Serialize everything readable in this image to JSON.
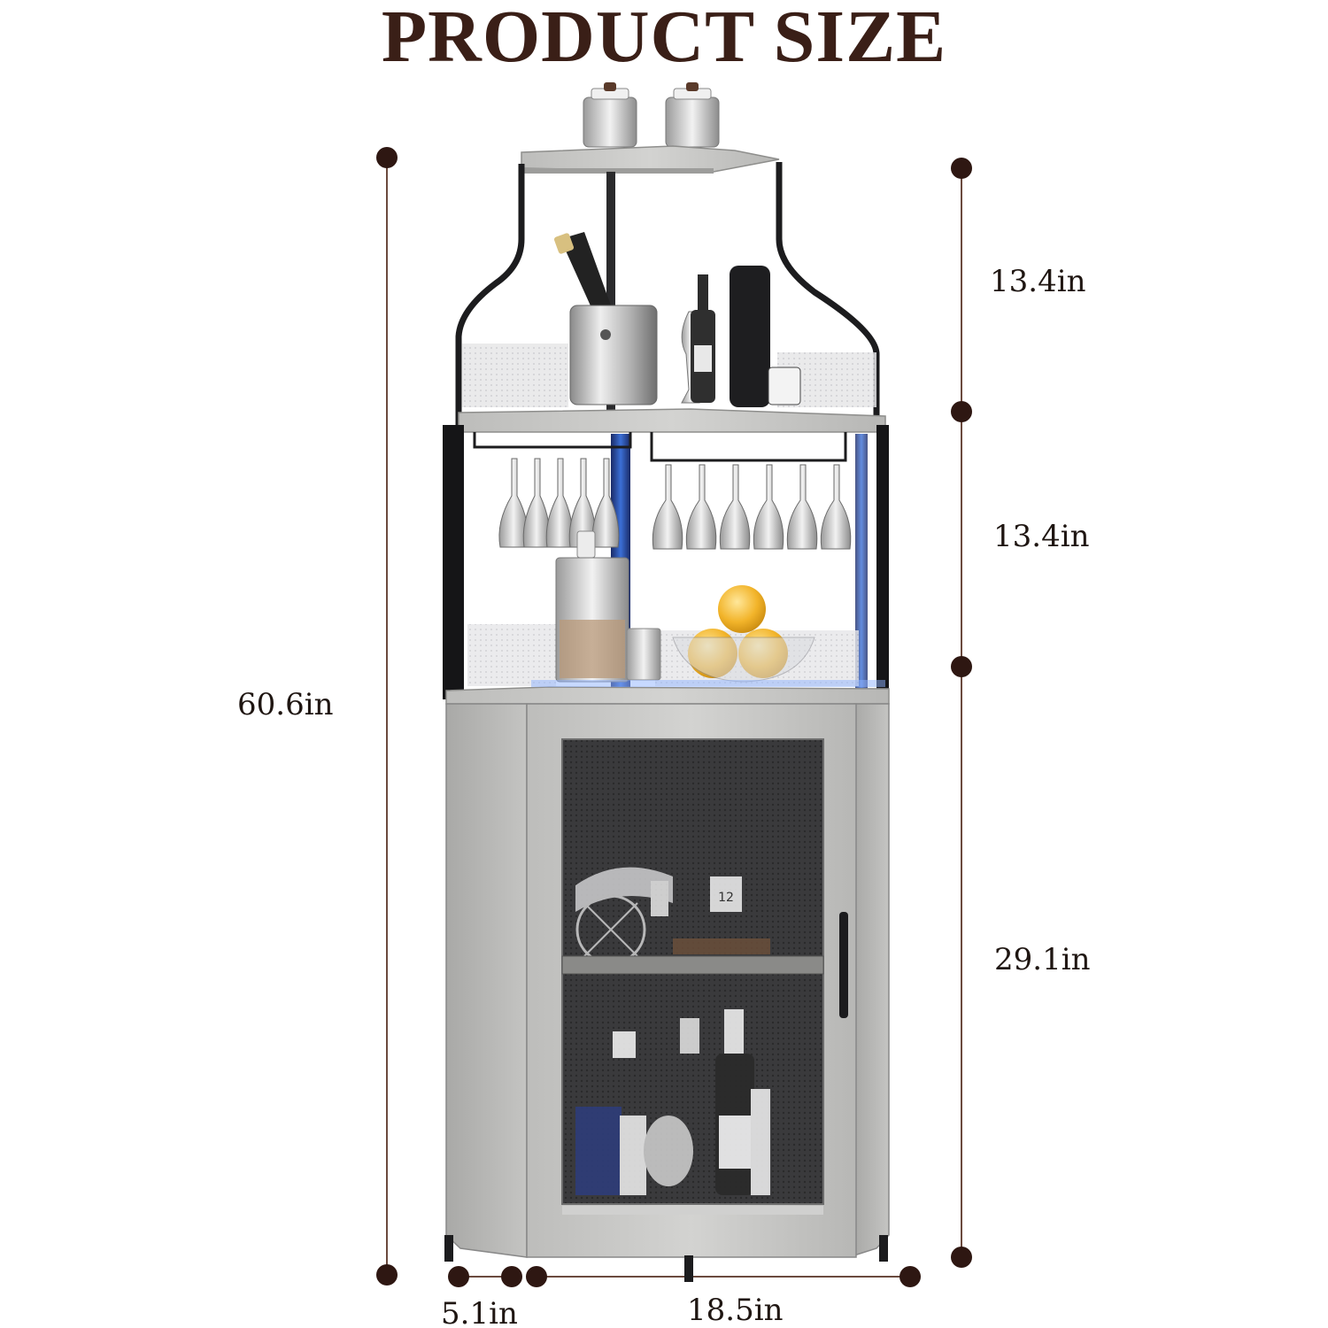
{
  "title": "PRODUCT SIZE",
  "dimensions": {
    "total_height": "60.6in",
    "top_section": "13.4in",
    "middle_section": "13.4in",
    "cabinet_section": "29.1in",
    "side_depth": "5.1in",
    "front_width": "18.5in"
  },
  "cabinet_tag": "12",
  "colors": {
    "title": "#3a1f17",
    "dot": "#2e1712",
    "line": "#6b4a3e",
    "wood": "#c9c9c7",
    "frame": "#1c1c1e",
    "led": "#3b6fd6",
    "mesh": "#3c3c3e"
  },
  "icons": {
    "dimension_marker": "circle-dot-icon"
  }
}
